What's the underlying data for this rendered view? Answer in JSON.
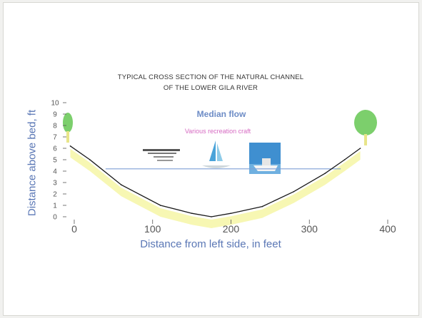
{
  "chart_data": {
    "type": "area",
    "title_lines": [
      "TYPICAL CROSS SECTION OF THE NATURAL CHANNEL",
      "OF THE LOWER GILA RIVER"
    ],
    "xlabel": "Distance from left side, in feet",
    "ylabel": "Distance above bed, ft",
    "xlim": [
      -10,
      400
    ],
    "ylim": [
      0,
      10
    ],
    "x_ticks": [
      0,
      100,
      200,
      300,
      400
    ],
    "y_ticks": [
      0,
      1,
      2,
      3,
      4,
      5,
      6,
      7,
      8,
      9,
      10
    ],
    "series": [
      {
        "x": [
          -5,
          20,
          60,
          110,
          150,
          175,
          200,
          240,
          280,
          320,
          345,
          365
        ],
        "y": [
          6.2,
          5.0,
          2.8,
          1.0,
          0.3,
          0.0,
          0.3,
          0.9,
          2.2,
          3.8,
          5.0,
          6.0
        ]
      }
    ],
    "median_flow_level": 4.2,
    "annotations": [
      "Median flow",
      "Various recreation craft"
    ],
    "grid": false,
    "colors": {
      "channel_line": "#1a1a1a",
      "water_line": "#7f9fd6",
      "vegetation": "#f4f49a",
      "tree": "#7ccf6c",
      "axis_text": "#5a77b5",
      "median_text": "#6d8cc6",
      "craft_text": "#d66ac2"
    }
  }
}
